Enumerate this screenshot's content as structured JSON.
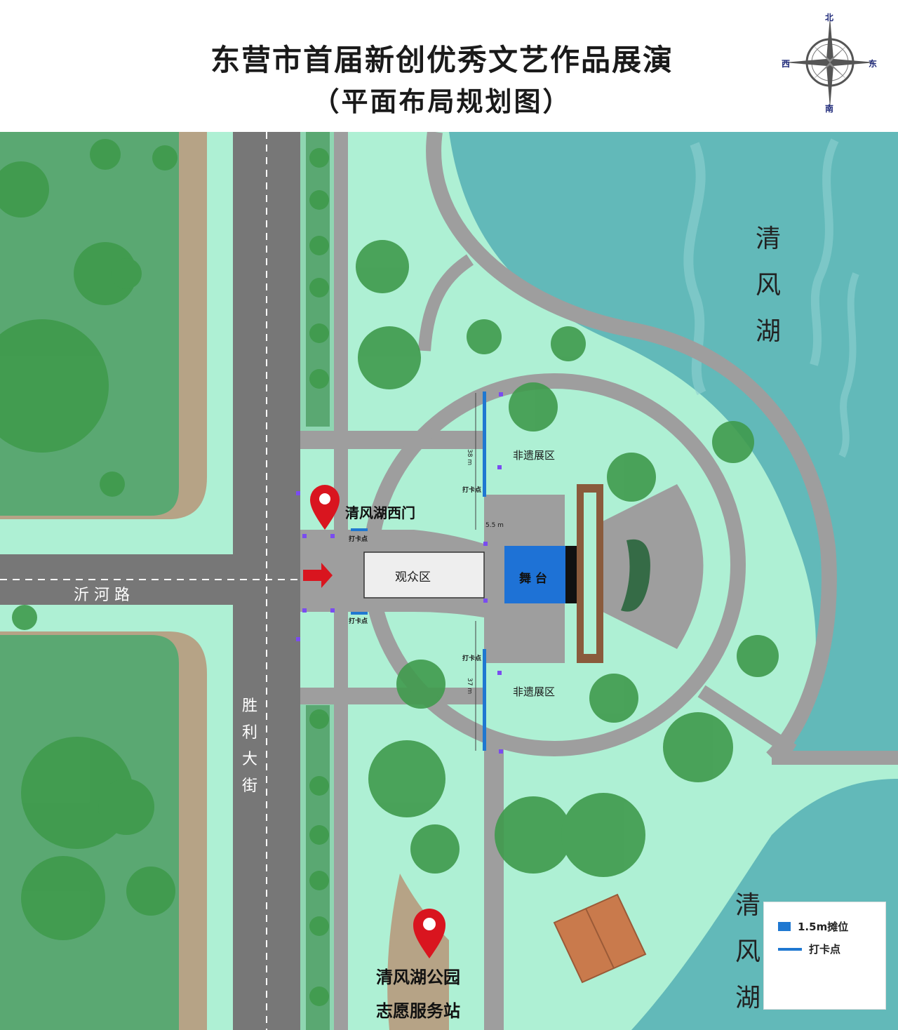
{
  "header": {
    "title": "东营市首届新创优秀文艺作品展演",
    "subtitle": "（平面布局规划图）"
  },
  "compass": {
    "north": "北",
    "south": "南",
    "east": "东",
    "west": "西"
  },
  "roads": {
    "horizontal": "沂 河 路",
    "vertical_chars": [
      "胜",
      "利",
      "大",
      "街"
    ]
  },
  "places": {
    "west_gate": "清风湖西门",
    "volunteer_line1": "清风湖公园",
    "volunteer_line2": "志愿服务站",
    "lake_chars": [
      "清",
      "风",
      "湖"
    ]
  },
  "zones": {
    "audience": "观众区",
    "stage": "舞 台",
    "exhibit_north": "非遗展区",
    "exhibit_south": "非遗展区",
    "checkin": "打卡点",
    "dim_north": "38 m",
    "dim_south": "37 m",
    "dim_gap": "5.5 m"
  },
  "legend": {
    "booth": "1.5m摊位",
    "checkin": "打卡点"
  },
  "colors": {
    "grass": "#aef0d4",
    "lawn": "#5aa872",
    "road": "#9e9e9e",
    "main_road": "#777777",
    "lake": "#62b9b9",
    "sand": "#b6a386",
    "stage": "#1e72d6",
    "booth": "#1f78d1",
    "pin": "#d9151f"
  }
}
